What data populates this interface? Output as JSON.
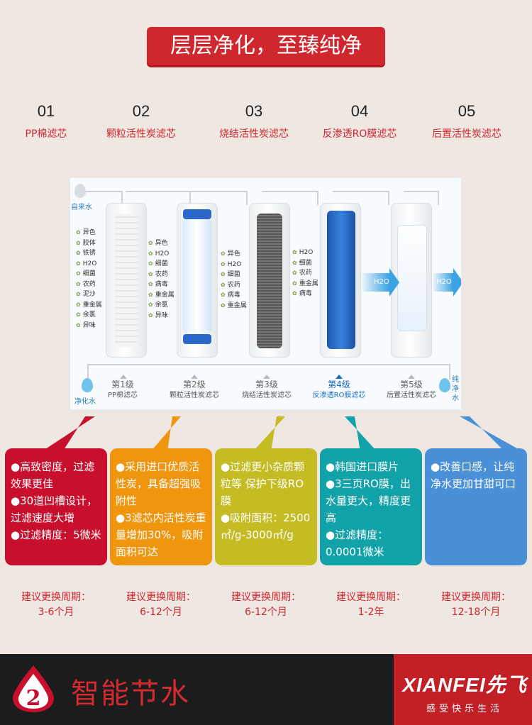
{
  "title": "层层净化，至臻纯净",
  "stages": [
    {
      "num": "01",
      "name": "PP棉滤芯"
    },
    {
      "num": "02",
      "name": "颗粒活性炭滤芯"
    },
    {
      "num": "03",
      "name": "烧结活性炭滤芯"
    },
    {
      "num": "04",
      "name": "反渗透RO膜滤芯"
    },
    {
      "num": "05",
      "name": "后置活性炭滤芯"
    }
  ],
  "diagram": {
    "inlet_label": "自来水",
    "outlet_label_left": "净化水",
    "outlet_label_right": "纯净水",
    "contaminants": [
      [
        "异色",
        "胶体",
        "铁锈",
        "H2O",
        "细菌",
        "农药",
        "泥沙",
        "重金属",
        "余氯",
        "异味"
      ],
      [
        "异色",
        "H2O",
        "细菌",
        "农药",
        "病毒",
        "重金属",
        "余氯",
        "异味"
      ],
      [
        "异色",
        "H2O",
        "细菌",
        "农药",
        "病毒",
        "重金属"
      ],
      [
        "H2O",
        "细菌",
        "农药",
        "重金属",
        "病毒"
      ]
    ],
    "arrow_labels": [
      "H2O",
      "H2O"
    ],
    "levels": [
      {
        "level": "第1级",
        "name": "PP棉滤芯"
      },
      {
        "level": "第2级",
        "name": "颗粒活性炭滤芯"
      },
      {
        "level": "第3级",
        "name": "烧结活性炭滤芯"
      },
      {
        "level": "第4级",
        "name": "反渗透RO膜滤芯"
      },
      {
        "level": "第5级",
        "name": "后置活性炭滤芯"
      }
    ]
  },
  "cards": [
    {
      "text": "●高致密度，过滤效果更佳\n●30道凹槽设计，过滤速度大增\n●过滤精度：5微米",
      "color": "#c8102e"
    },
    {
      "text": "●采用进口优质活性炭，具备超强吸附性\n●3滤芯内活性炭重量增加30%，吸附面积可达",
      "color": "#f0950e"
    },
    {
      "text": "●过滤更小杂质颗粒等 保护下级RO膜\n●吸附面积：2500㎡/g-3000㎡/g",
      "color": "#c5bb22"
    },
    {
      "text": "●韩国进口膜片\n●3三页RO膜，出水量更大，精度更高\n●过滤精度：0.0001微米",
      "color": "#12a2a9"
    },
    {
      "text": "●改善口感，让纯净水更加甘甜可口",
      "color": "#4a90d9"
    }
  ],
  "cycles": [
    {
      "label": "建议更换周期：",
      "value": "3-6个月"
    },
    {
      "label": "建议更换周期：",
      "value": "6-12个月"
    },
    {
      "label": "建议更换周期：",
      "value": "6-12个月"
    },
    {
      "label": "建议更换周期：",
      "value": "1-2年"
    },
    {
      "label": "建议更换周期：",
      "value": "12-18个月"
    }
  ],
  "footer": {
    "badge_number": "2",
    "title": "智能节水",
    "brand_logo": "XIANFEI先飞",
    "brand_slogan": "感受快乐生活"
  }
}
